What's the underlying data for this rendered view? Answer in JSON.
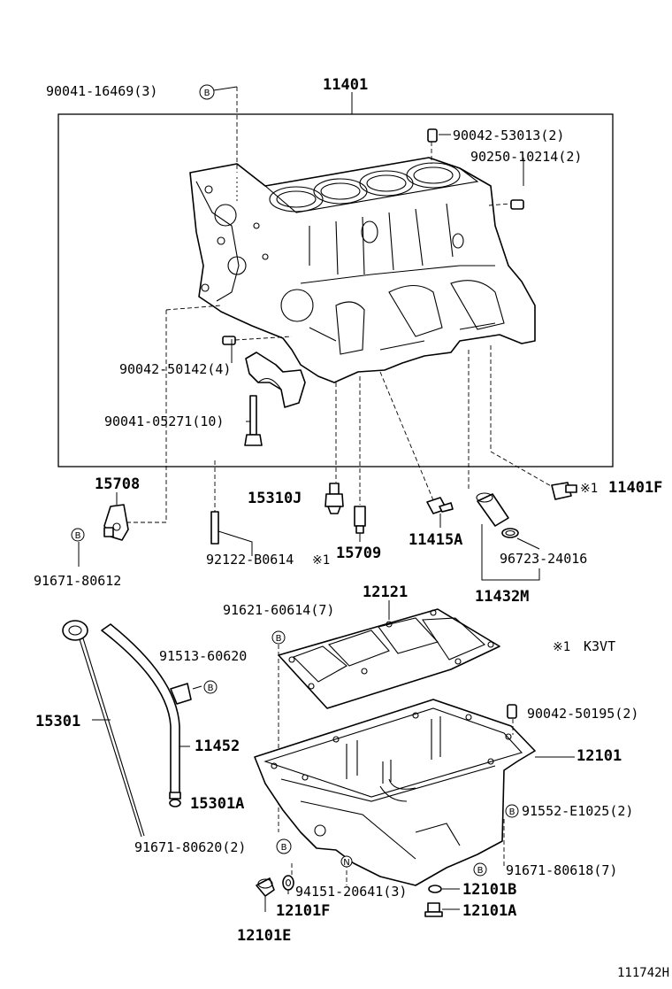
{
  "labels": {
    "p11401": "11401",
    "p90041_16469": "90041-16469(3)",
    "p90042_53013": "90042-53013(2)",
    "p90250_10214": "90250-10214(2)",
    "p90042_50142": "90042-50142(4)",
    "p90041_05271": "90041-05271(10)",
    "p15708": "15708",
    "p91671_80612": "91671-80612",
    "p15310J": "15310J",
    "p92122_B0614": "92122-B0614",
    "p15709": "15709",
    "p11415A": "11415A",
    "p96723_24016": "96723-24016",
    "p11432M": "11432M",
    "p11401F": "11401F",
    "p12121": "12121",
    "p91621_60614": "91621-60614(7)",
    "p91513_60620": "91513-60620",
    "p15301": "15301",
    "p11452": "11452",
    "p15301A": "15301A",
    "p91671_80620": "91671-80620(2)",
    "p90042_50195": "90042-50195(2)",
    "p12101": "12101",
    "p91552_E1025": "91552-E1025(2)",
    "p91671_80618": "91671-80618(7)",
    "p94151_20641": "94151-20641(3)",
    "p12101B": "12101B",
    "p12101F": "12101F",
    "p12101A": "12101A",
    "p12101E": "12101E"
  },
  "marks": {
    "note": "※1",
    "B": "B",
    "N": "N"
  },
  "note_text": "K3VT",
  "drawing_number": "111742H"
}
